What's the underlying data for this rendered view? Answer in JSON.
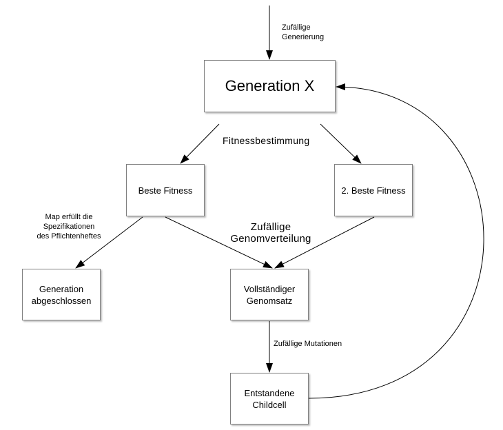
{
  "nodes": {
    "generation_x": "Generation X",
    "beste_fitness": "Beste Fitness",
    "zweite_beste_fitness": "2. Beste Fitness",
    "generation_abgeschlossen": "Generation\nabgeschlossen",
    "vollstaendiger_genomsatz": "Vollständiger\nGenomsatz",
    "entstandene_childcell": "Entstandene\nChildcell"
  },
  "edge_labels": {
    "zufaellige_generierung": "Zufällige\nGenerierung",
    "fitnessbestimmung": "Fitnessbestimmung",
    "map_erfuellt": "Map erfüllt die\nSpezifikationen\ndes Pflichtenheftes",
    "zufaellige_genomverteilung": "Zufällige\nGenomverteilung",
    "zufaellige_mutationen": "Zufällige Mutationen"
  },
  "colors": {
    "line": "#000000",
    "box_border": "#808080",
    "background": "#ffffff"
  }
}
